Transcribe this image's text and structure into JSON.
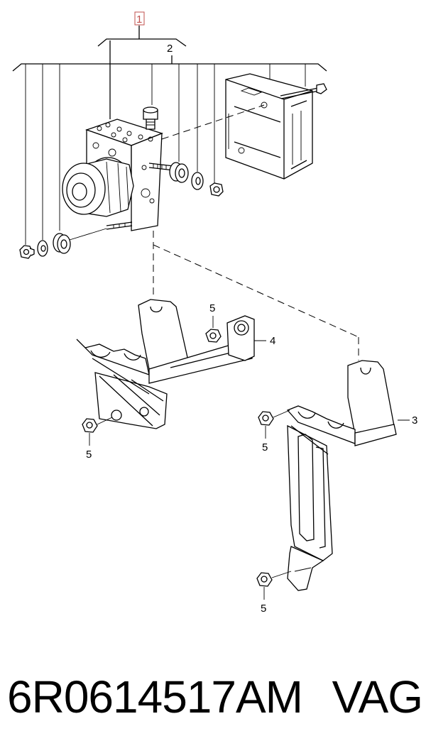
{
  "callouts": {
    "c1": "1",
    "c2": "2",
    "c3": "3",
    "c4": "4",
    "c5a": "5",
    "c5b": "5",
    "c5c": "5",
    "c5d": "5"
  },
  "caption": {
    "part_number": "6R0614517AM",
    "brand": "VAG"
  },
  "colors": {
    "highlight_box": "#c0504d",
    "line": "#000000"
  }
}
